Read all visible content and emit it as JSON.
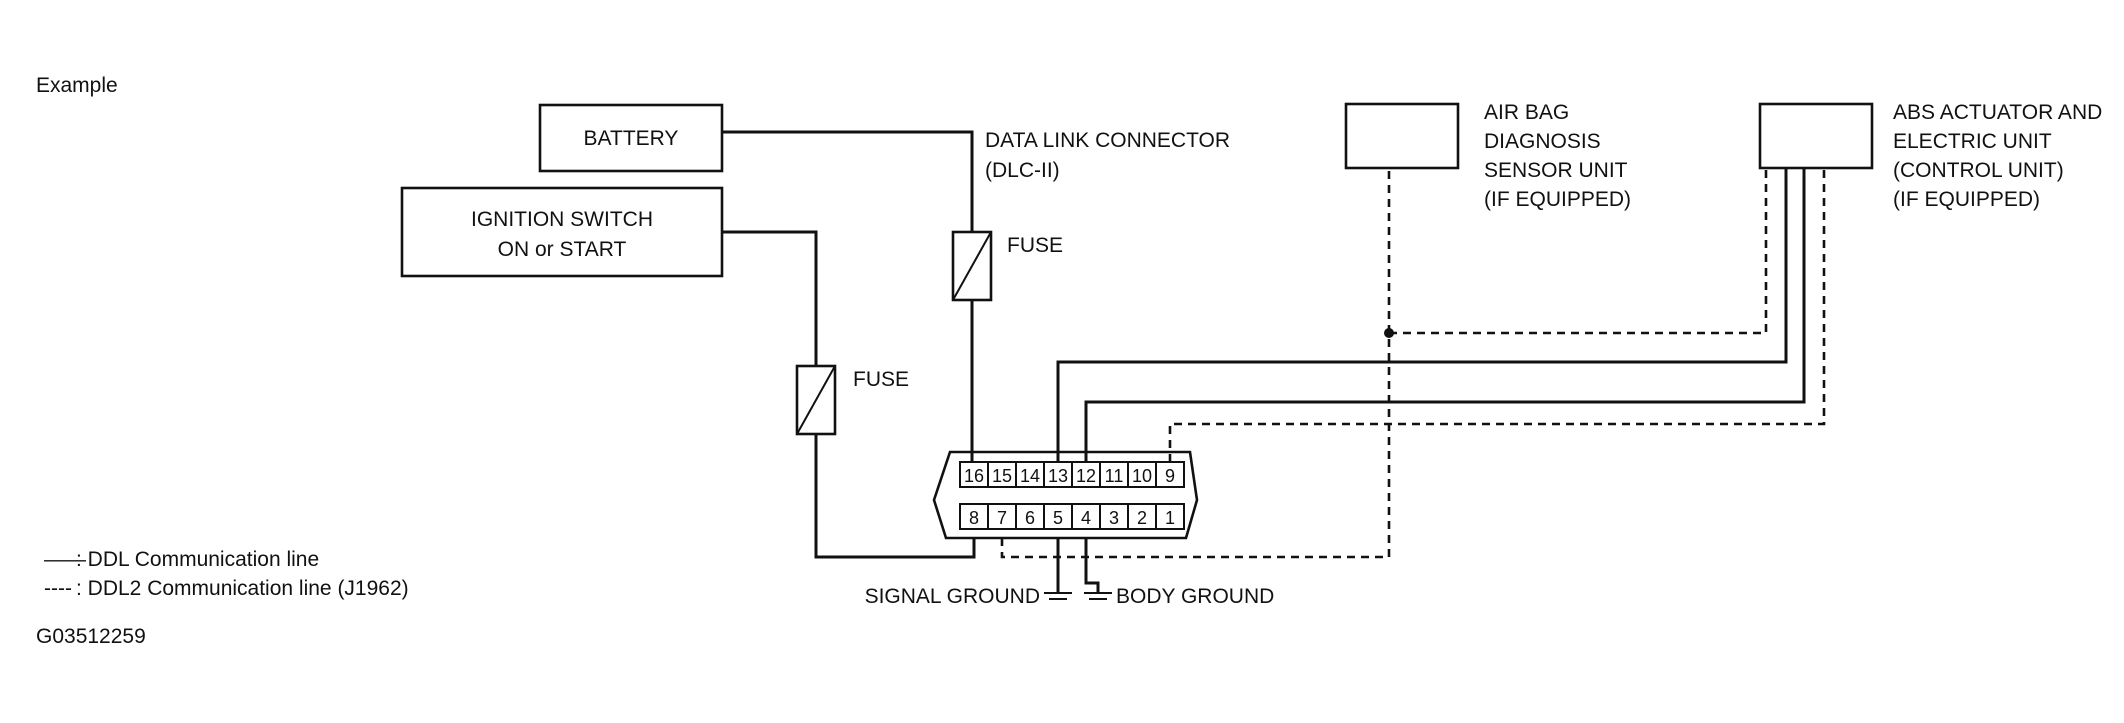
{
  "header": {
    "label": "Example"
  },
  "components": {
    "battery": "BATTERY",
    "ignition_line1": "IGNITION SWITCH",
    "ignition_line2": "ON or START",
    "dlc_line1": "DATA LINK CONNECTOR",
    "dlc_line2": "(DLC-II)",
    "fuse_upper": "FUSE",
    "fuse_lower": "FUSE",
    "airbag_line1": "AIR BAG",
    "airbag_line2": "DIAGNOSIS",
    "airbag_line3": "SENSOR UNIT",
    "airbag_line4": "(IF EQUIPPED)",
    "abs_line1": "ABS ACTUATOR AND",
    "abs_line2": "ELECTRIC UNIT",
    "abs_line3": "(CONTROL UNIT)",
    "abs_line4": "(IF EQUIPPED)",
    "signal_ground": "SIGNAL GROUND",
    "body_ground": "BODY GROUND"
  },
  "connector": {
    "top_pins": [
      "16",
      "15",
      "14",
      "13",
      "12",
      "11",
      "10",
      "9"
    ],
    "bottom_pins": [
      "8",
      "7",
      "6",
      "5",
      "4",
      "3",
      "2",
      "1"
    ]
  },
  "legend": {
    "solid_symbol": "——",
    "solid_label": ": DDL Communication line",
    "dashed_symbol": "----",
    "dashed_label": ": DDL2 Communication line (J1962)"
  },
  "figure_id": "G03512259"
}
